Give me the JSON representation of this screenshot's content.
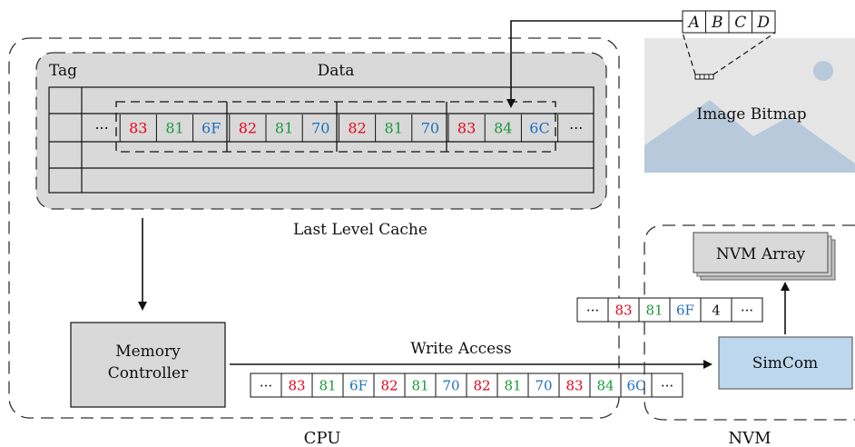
{
  "colors": {
    "red": "#e8001c",
    "green": "#1a9a3a",
    "blue": "#1e6fbf",
    "black": "#111111",
    "gray_box": "#d9d9d9",
    "blue_box": "#bdd7ee",
    "bitmap_bg": "#e6e6e6",
    "mountain": "#b8c9dc"
  },
  "cpu": {
    "label": "CPU",
    "cache": {
      "tag_label": "Tag",
      "data_label": "Data",
      "caption": "Last Level Cache",
      "row": [
        {
          "t": "···",
          "c": "black"
        },
        {
          "t": "83",
          "c": "red"
        },
        {
          "t": "81",
          "c": "green"
        },
        {
          "t": "6F",
          "c": "blue"
        },
        {
          "t": "82",
          "c": "red"
        },
        {
          "t": "81",
          "c": "green"
        },
        {
          "t": "70",
          "c": "blue"
        },
        {
          "t": "82",
          "c": "red"
        },
        {
          "t": "81",
          "c": "green"
        },
        {
          "t": "70",
          "c": "blue"
        },
        {
          "t": "83",
          "c": "red"
        },
        {
          "t": "84",
          "c": "green"
        },
        {
          "t": "6C",
          "c": "blue"
        },
        {
          "t": "···",
          "c": "black"
        }
      ]
    },
    "memory_controller": {
      "line1": "Memory",
      "line2": "Controller"
    },
    "write_access_label": "Write Access",
    "write_row": [
      {
        "t": "···",
        "c": "black"
      },
      {
        "t": "83",
        "c": "red"
      },
      {
        "t": "81",
        "c": "green"
      },
      {
        "t": "6F",
        "c": "blue"
      },
      {
        "t": "82",
        "c": "red"
      },
      {
        "t": "81",
        "c": "green"
      },
      {
        "t": "70",
        "c": "blue"
      },
      {
        "t": "82",
        "c": "red"
      },
      {
        "t": "81",
        "c": "green"
      },
      {
        "t": "70",
        "c": "blue"
      },
      {
        "t": "83",
        "c": "red"
      },
      {
        "t": "84",
        "c": "green"
      },
      {
        "t": "6C",
        "c": "blue"
      },
      {
        "t": "···",
        "c": "black"
      }
    ]
  },
  "nvm": {
    "label": "NVM",
    "simcom": "SimCom",
    "array": "NVM Array",
    "compressed_row": [
      {
        "t": "···",
        "c": "black"
      },
      {
        "t": "83",
        "c": "red"
      },
      {
        "t": "81",
        "c": "green"
      },
      {
        "t": "6F",
        "c": "blue"
      },
      {
        "t": "4",
        "c": "black"
      },
      {
        "t": "···",
        "c": "black"
      }
    ]
  },
  "bitmap": {
    "label": "Image Bitmap",
    "pixel_letters": [
      "A",
      "B",
      "C",
      "D"
    ]
  }
}
